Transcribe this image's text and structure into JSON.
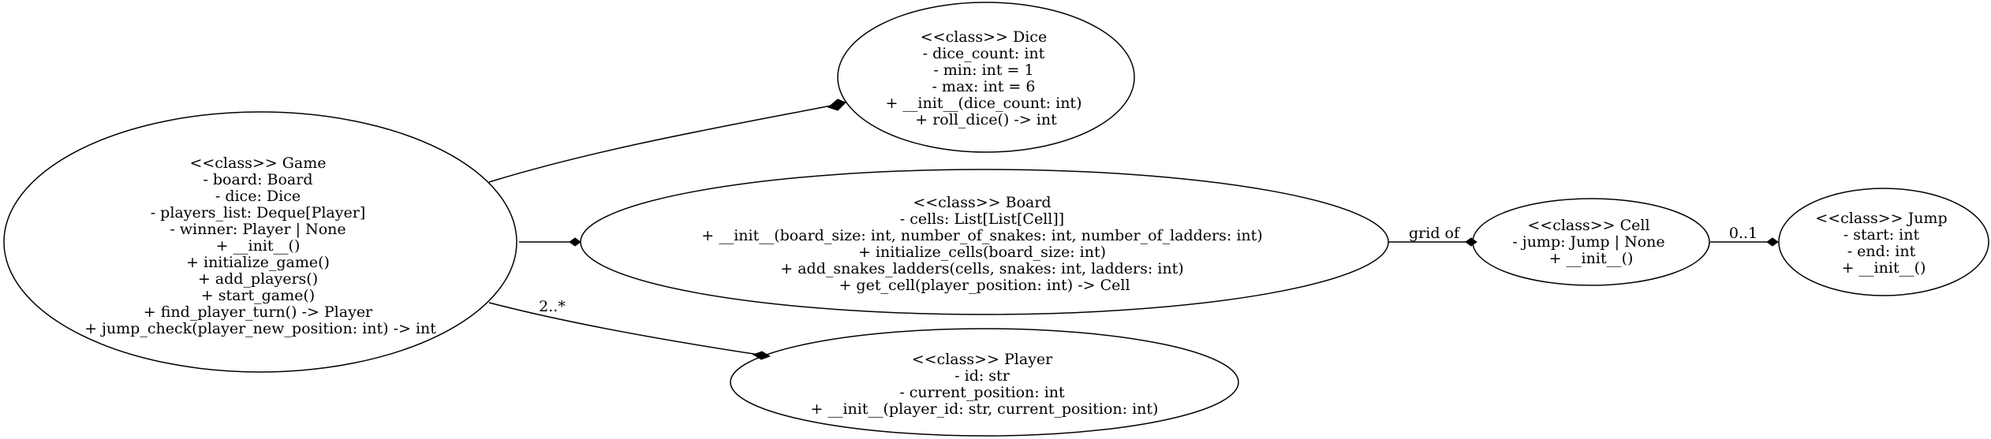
{
  "nodes": {
    "game": {
      "lines": [
        "<<class>> Game",
        "- board: Board",
        "- dice: Dice",
        "- players_list: Deque[Player]",
        "- winner: Player | None",
        "+ __init__()",
        "+ initialize_game()",
        "+ add_players()",
        "+ start_game()",
        "+ find_player_turn() -> Player",
        "+ jump_check(player_new_position: int) -> int"
      ]
    },
    "dice": {
      "lines": [
        "<<class>> Dice",
        "- dice_count: int",
        "- min: int = 1",
        "- max: int = 6",
        "+ __init__(dice_count: int)",
        "+ roll_dice() -> int"
      ]
    },
    "board": {
      "lines": [
        "<<class>> Board",
        "- cells: List[List[Cell]]",
        "+ __init__(board_size: int, number_of_snakes: int, number_of_ladders: int)",
        "+ initialize_cells(board_size: int)",
        "+ add_snakes_ladders(cells, snakes: int, ladders: int)",
        "+ get_cell(player_position: int) -> Cell"
      ]
    },
    "player": {
      "lines": [
        "<<class>> Player",
        "- id: str",
        "- current_position: int",
        "+ __init__(player_id: str, current_position: int)"
      ]
    },
    "cell": {
      "lines": [
        "<<class>> Cell",
        "- jump: Jump | None",
        "+ __init__()"
      ]
    },
    "jump": {
      "lines": [
        "<<class>> Jump",
        "- start: int",
        "- end: int",
        "+ __init__()"
      ]
    }
  },
  "edges": {
    "game_dice": {
      "label": ""
    },
    "game_board": {
      "label": ""
    },
    "game_player": {
      "label": "2..*"
    },
    "board_cell": {
      "label": "grid of"
    },
    "cell_jump": {
      "label": "0..1"
    }
  }
}
